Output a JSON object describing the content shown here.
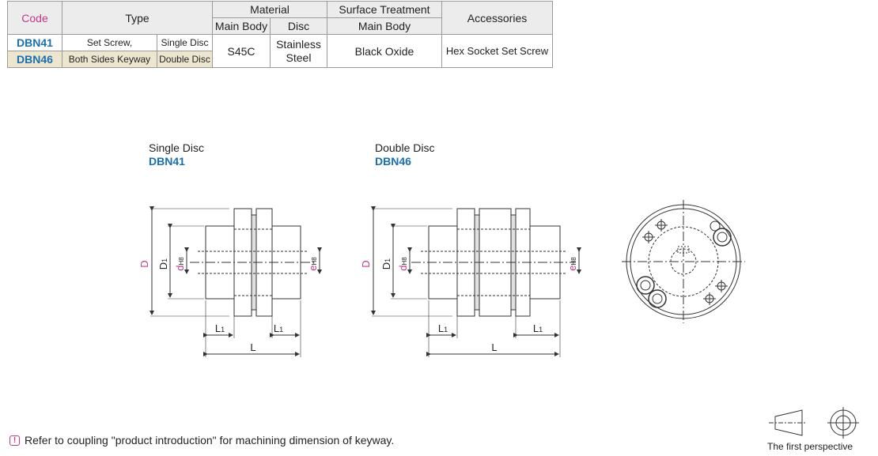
{
  "table": {
    "headers": {
      "code": "Code",
      "type": "Type",
      "material": "Material",
      "main_body": "Main Body",
      "disc": "Disc",
      "surface_treatment": "Surface Treatment",
      "surface_main_body": "Main Body",
      "accessories": "Accessories"
    },
    "rows": [
      {
        "code": "DBN41",
        "type": "Set Screw,",
        "disc_type": "Single Disc"
      },
      {
        "code": "DBN46",
        "type": "Both Sides Keyway",
        "disc_type": "Double Disc"
      }
    ],
    "main_body_material": "S45C",
    "disc_material_line1": "Stainless",
    "disc_material_line2": "Steel",
    "surface_treatment": "Black Oxide",
    "accessories": "Hex Socket Set Screw"
  },
  "drawings": {
    "single": {
      "title": "Single Disc",
      "code": "DBN41"
    },
    "double": {
      "title": "Double Disc",
      "code": "DBN46"
    },
    "labels": {
      "D": "D",
      "D1": "D",
      "D1_sub": "1",
      "d": "d",
      "d_sub": "H8",
      "e": "e",
      "e_sub": "H8",
      "L1": "L",
      "L1_sub": "1",
      "L": "L"
    }
  },
  "note": "Refer to coupling \"product introduction\" for machining dimension of keyway.",
  "projection": "The first perspective",
  "colors": {
    "code_blue": "#1a6fb0",
    "magenta": "#c03a8a",
    "beige": "#ede6cf",
    "header_gray": "#ececec"
  }
}
